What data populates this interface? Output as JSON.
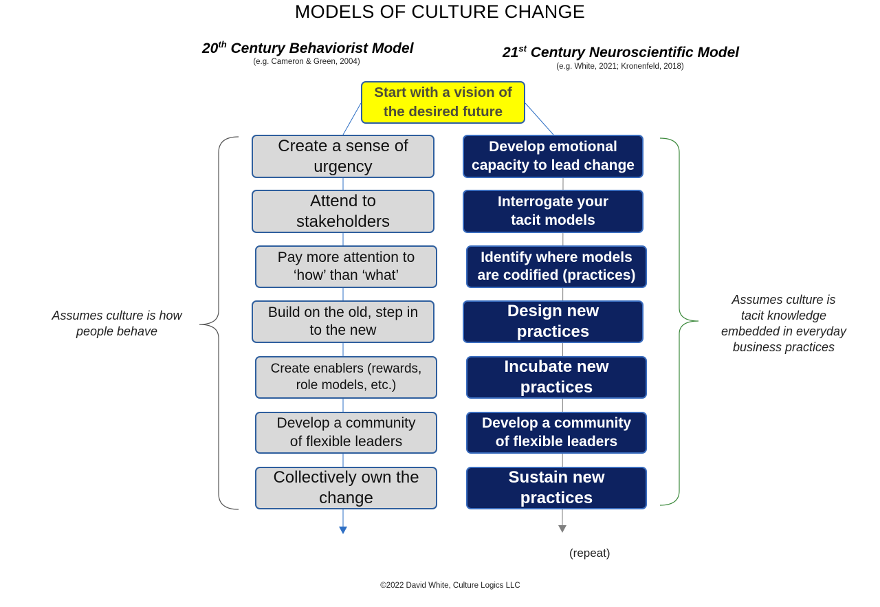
{
  "title": "MODELS OF CULTURE CHANGE",
  "left_model": {
    "heading_prefix": "20",
    "heading_sup": "th",
    "heading_rest": " Century Behaviorist Model",
    "citation": "(e.g. Cameron & Green, 2004)",
    "note_lines": [
      "Assumes culture is how",
      "people behave"
    ],
    "steps": [
      [
        "Create a sense of",
        "urgency"
      ],
      [
        "Attend to",
        "stakeholders"
      ],
      [
        "Pay more attention to",
        "‘how’ than ‘what’"
      ],
      [
        "Build on the old, step in",
        "to the new"
      ],
      [
        "Create enablers (rewards,",
        "role models, etc.)"
      ],
      [
        "Develop a community",
        "of flexible  leaders"
      ],
      [
        "Collectively own the",
        "change"
      ]
    ]
  },
  "right_model": {
    "heading_prefix": "21",
    "heading_sup": "st",
    "heading_rest": " Century Neuroscientific Model",
    "citation": "(e.g. White, 2021; Kronenfeld, 2018)",
    "note_lines": [
      "Assumes culture is",
      "tacit knowledge",
      "embedded in everyday",
      "business practices"
    ],
    "steps": [
      [
        "Develop emotional",
        "capacity to lead change"
      ],
      [
        "Interrogate your",
        "tacit models"
      ],
      [
        "Identify where models",
        "are codified (practices)"
      ],
      [
        "Design new",
        "practices"
      ],
      [
        "Incubate new",
        "practices"
      ],
      [
        "Develop a community",
        "of flexible  leaders"
      ],
      [
        "Sustain new",
        "practices"
      ]
    ],
    "repeat_label": "(repeat)"
  },
  "vision": [
    "Start with a vision of",
    "the desired future"
  ],
  "copyright": "©2022 David White, Culture Logics LLC",
  "colors": {
    "vision_fill": "#ffff00",
    "gray_fill": "#d9d9d9",
    "navy_fill": "#0d2260",
    "box_border": "#2f5f9e",
    "left_brace": "#555555",
    "right_brace": "#3d8a3d",
    "left_arrow": "#2e6fc4",
    "right_arrow": "#7f7f7f"
  }
}
